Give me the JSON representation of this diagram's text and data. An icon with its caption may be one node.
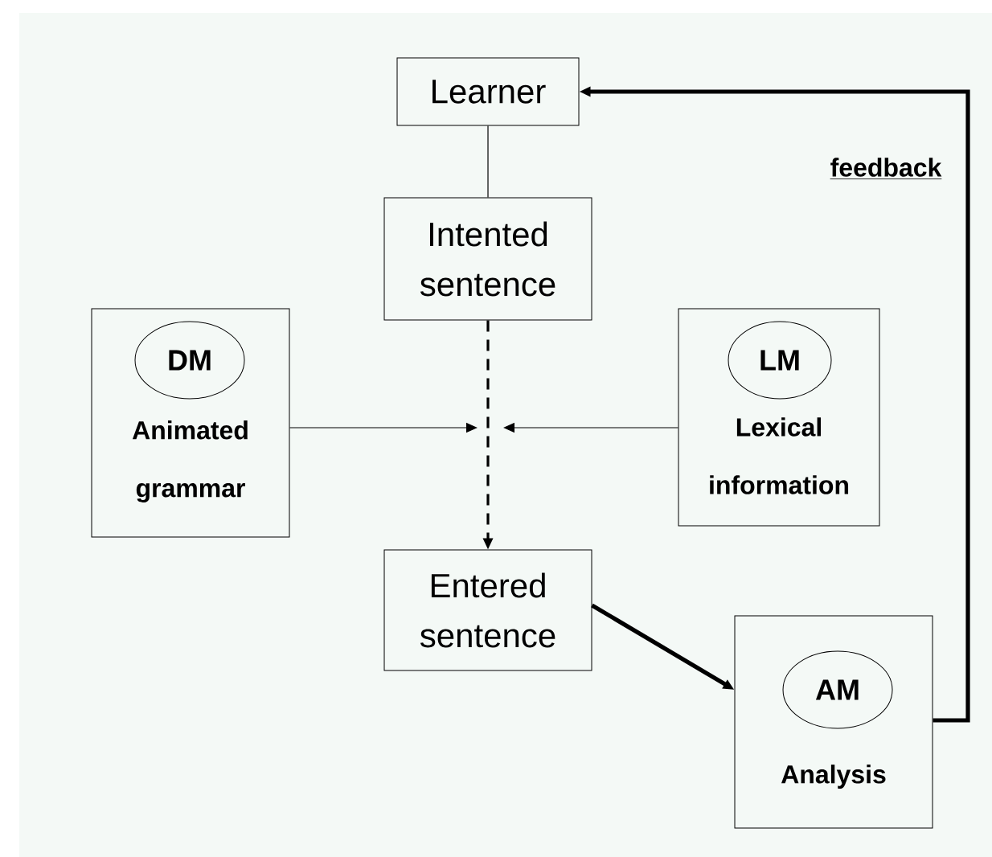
{
  "diagram": {
    "nodes": [
      {
        "text": [
          "Learner"
        ]
      },
      {
        "text": [
          "Intented sentence"
        ]
      },
      {
        "text": [
          "Animated grammar"
        ]
      },
      {
        "text": [
          "DM"
        ],
        "in": 2
      },
      {
        "text": [
          "Lexical information"
        ]
      },
      {
        "text": [
          "LM"
        ],
        "in": 4
      },
      {
        "text": [
          "Entered sentence"
        ]
      },
      {
        "text": [
          "Analysis"
        ]
      },
      {
        "text": [
          "AM"
        ],
        "in": 7
      }
    ],
    "edges": [
      {
        "from": 0,
        "to": 1,
        "arrow": "none"
      },
      {
        "from": 1,
        "to": 6,
        "arrow": "to",
        "style": "dashed"
      },
      {
        "from": 2,
        "to": null,
        "arrow": "to"
      },
      {
        "from": 4,
        "to": null,
        "arrow": "to"
      },
      {
        "from": 6,
        "to": 7,
        "arrow": "to",
        "style": "thick"
      },
      {
        "from": 7,
        "to": 0,
        "arrow": "to",
        "style": "thick",
        "label": "feedback"
      }
    ]
  }
}
